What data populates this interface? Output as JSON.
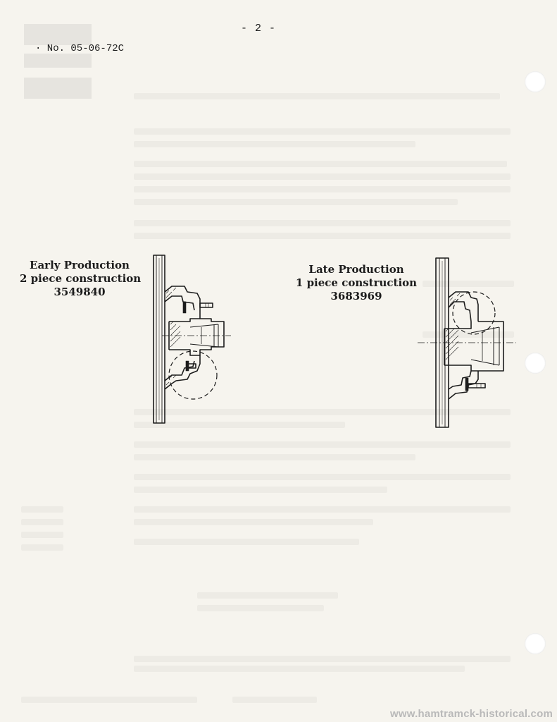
{
  "header": {
    "page_number": "- 2 -",
    "bulletin_number": "· No. 05-06-72C"
  },
  "figures": {
    "early": {
      "label": "Early Production",
      "construction": "2 piece construction",
      "part_number": "3549840"
    },
    "late": {
      "label": "Late Production",
      "construction": "1 piece construction",
      "part_number": "3683969"
    }
  },
  "watermark": "www.hamtramck-historical.com"
}
